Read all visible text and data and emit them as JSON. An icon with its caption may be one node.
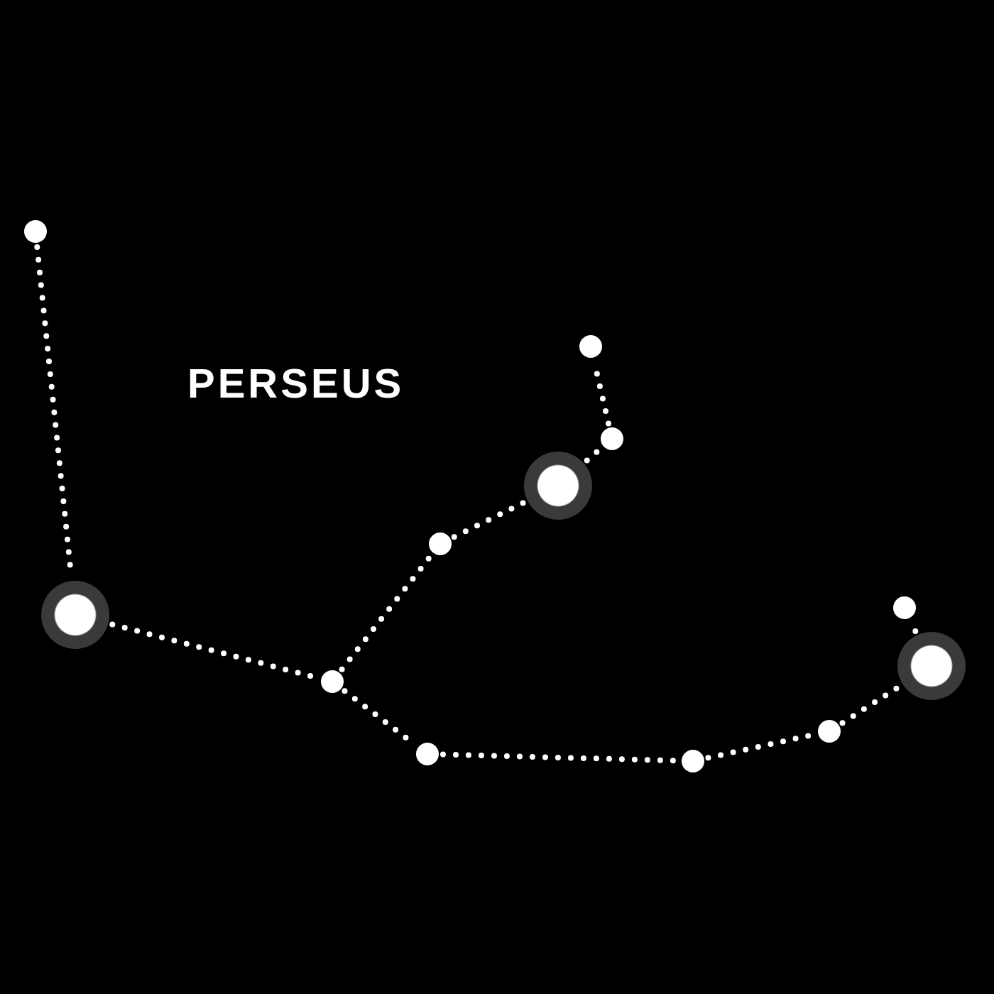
{
  "diagram": {
    "title": "PERSEUS",
    "nodes": [
      {
        "text": [],
        "shape": "circle"
      },
      {
        "text": [],
        "shape": "circle"
      },
      {
        "text": [],
        "shape": "circle"
      },
      {
        "text": [],
        "shape": "circle"
      },
      {
        "text": [],
        "shape": "circle"
      },
      {
        "text": [],
        "shape": "circle"
      },
      {
        "text": [],
        "shape": "circle"
      },
      {
        "text": [],
        "shape": "circle"
      },
      {
        "text": [],
        "shape": "circle"
      },
      {
        "text": [],
        "shape": "circle"
      },
      {
        "text": [],
        "shape": "circle"
      },
      {
        "text": [],
        "shape": "circle"
      }
    ],
    "edges": [
      {
        "from": 0,
        "to": 1,
        "arrow": "none",
        "style": "dashed"
      },
      {
        "from": 1,
        "to": 2,
        "arrow": "none",
        "style": "dashed"
      },
      {
        "from": 2,
        "to": 4,
        "arrow": "none",
        "style": "dashed"
      },
      {
        "from": 4,
        "to": 5,
        "arrow": "none",
        "style": "dashed"
      },
      {
        "from": 5,
        "to": 7,
        "arrow": "none",
        "style": "dashed"
      },
      {
        "from": 7,
        "to": 6,
        "arrow": "none",
        "style": "dashed"
      },
      {
        "from": 2,
        "to": 3,
        "arrow": "none",
        "style": "dashed"
      },
      {
        "from": 3,
        "to": 8,
        "arrow": "none",
        "style": "dashed"
      },
      {
        "from": 8,
        "to": 9,
        "arrow": "none",
        "style": "dashed"
      },
      {
        "from": 9,
        "to": 11,
        "arrow": "none",
        "style": "dashed"
      },
      {
        "from": 11,
        "to": 10,
        "arrow": "none",
        "style": "dashed"
      }
    ]
  }
}
